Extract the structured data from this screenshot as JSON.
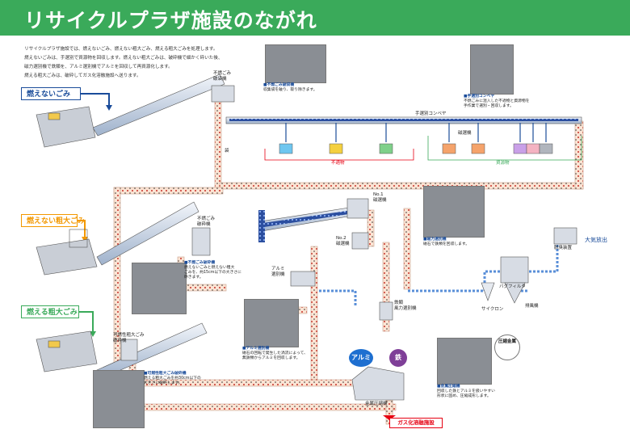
{
  "header": {
    "title": "リサイクルプラザ施設のながれ"
  },
  "intro": [
    "リサイクルプラザ施設では、燃えないごみ、燃えない粗大ごみ、燃える粗大ごみを処理します。",
    "燃えないごみは、手選別で資源物を回収します。燃えない粗大ごみは、破砕機で細かく砕いた後、",
    "磁力選別機で鉄類を、アルミ選別機でアルミを回収して再資源化します。",
    "燃える粗大ごみは、破砕してガス化溶融施設へ送ります。"
  ],
  "categories": {
    "moenai": "燃えないごみ",
    "moenai_sodai": "燃えない粗大ごみ",
    "moeru_sodai": "燃える粗大ごみ"
  },
  "labels": {
    "crusher1": "不燃ごみ\n破袋機",
    "hand_conveyor": "手選別コンベヤ",
    "bag": "袋",
    "funenbutsu": "不適物",
    "shigenbutsu": "資源物",
    "magnet_small": "磁選機",
    "crusher2": "不燃ごみ\n破砕機",
    "no1": "No.1\n磁選機",
    "no2": "No.2\n磁選機",
    "alumi_sep": "アルミ\n選別機",
    "wind_sep": "鉄類\n風力選別機",
    "press": "金属圧縮機",
    "cyclone": "サイクロン",
    "bagfilter": "バグフィルタ",
    "fan": "排風機",
    "deodor": "脱臭装置",
    "air": "大気放出",
    "crusher3": "可燃性粗大ごみ\n破砕機",
    "alumi": "アルミ",
    "tetsu": "鉄",
    "press_bubble": "圧縮金属",
    "gas": "ガス化溶融施設"
  },
  "captions": {
    "c1": {
      "title": "■不燃ごみ破袋機",
      "body": "収集袋を破り、取り除きます。"
    },
    "c2": {
      "title": "■手選別コンベヤ",
      "body": "不燃ごみに混入した不適物と資源物を\n手作業で選別・回収します。"
    },
    "c3": {
      "title": "■磁力選別機",
      "body": "磁石で鉄類を回収します。"
    },
    "c4": {
      "title": "■不燃ごみ破砕機",
      "body": "燃えないごみと燃えない粗大\nごみを、約15cm以下の大きさに\n砕きます。"
    },
    "c5": {
      "title": "■アルミ選別機",
      "body": "磁石の回転で発生した渦流によって、\n無鉄類からアルミを回収します。"
    },
    "c6": {
      "title": "■可燃性粗大ごみ破砕機",
      "body": "燃える粗大ごみを約30cm以下の\n大きさに破砕します。"
    },
    "c7": {
      "title": "■金属圧縮機",
      "body": "回収した鉄とアルミを扱いやすい\n形状に固め、圧縮成形します。"
    }
  },
  "colors": {
    "green": "#3aaa5a",
    "blue": "#1a4c9a",
    "orange": "#f39800",
    "red": "#e60012",
    "bubble_blue": "#1e6fd0",
    "bubble_purple": "#7f3f98"
  }
}
